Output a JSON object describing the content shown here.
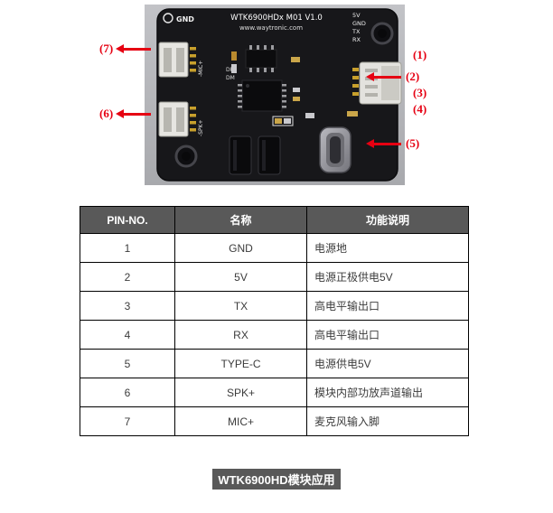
{
  "figure": {
    "board": {
      "title": "WTK6900HDx M01 V1.0",
      "url": "www.waytronic.com",
      "gnd_label": "GND",
      "right_pins": [
        "5V",
        "GND",
        "TX",
        "RX"
      ],
      "mic_label": "-MIC+",
      "spk_label": "-SPK+",
      "dp_label": "DP",
      "dm_label": "DM"
    },
    "callouts": {
      "c1": "(1)",
      "c2": "(2)",
      "c3": "(3)",
      "c4": "(4)",
      "c5": "(5)",
      "c6": "(6)",
      "c7": "(7)"
    },
    "arrow_color": "#e60012"
  },
  "table": {
    "headers": [
      "PIN-NO.",
      "名称",
      "功能说明"
    ],
    "rows": [
      {
        "pin": "1",
        "name": "GND",
        "desc": "电源地"
      },
      {
        "pin": "2",
        "name": "5V",
        "desc": "电源正极供电5V"
      },
      {
        "pin": "3",
        "name": "TX",
        "desc": "高电平输出口"
      },
      {
        "pin": "4",
        "name": "RX",
        "desc": "高电平输出口"
      },
      {
        "pin": "5",
        "name": "TYPE-C",
        "desc": "电源供电5V"
      },
      {
        "pin": "6",
        "name": "SPK+",
        "desc": "模块内部功放声道输出"
      },
      {
        "pin": "7",
        "name": "MIC+",
        "desc": "麦克风输入脚"
      }
    ]
  },
  "caption": "WTK6900HD模块应用"
}
